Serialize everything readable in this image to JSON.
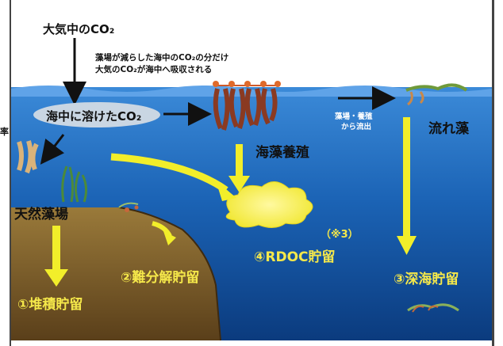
{
  "labels": {
    "atmosphere_co2": "大気中のCO₂",
    "absorption_note_line1": "藻場が減らした海中のCO₂の分だけ",
    "absorption_note_line2": "大気のCO₂が海中へ吸収される",
    "dissolved_co2": "海中に溶けたCO₂",
    "outflow_note_line1": "藻場・養殖",
    "outflow_note_line2": "から流出",
    "drifting_seaweed": "流れ藻",
    "seaweed_farming": "海藻養殖",
    "natural_seaweed_bed": "天然藻場",
    "footnote_ref": "（※3）",
    "sediment_storage": "①堆積貯留",
    "refractory_storage": "②難分解貯留",
    "deep_sea_storage": "③深海貯留",
    "rdoc_storage": "④RDOC貯留",
    "edge_char": "率"
  },
  "colors": {
    "sky": "#ffffff",
    "sea_top": "#1e73be",
    "sea_bottom": "#0a3a7a",
    "seafloor": "#7a5a2a",
    "storage_arrow": "#f2ee2a",
    "label_yellow": "#f5e84a",
    "cloud": "#c9d6e3"
  }
}
